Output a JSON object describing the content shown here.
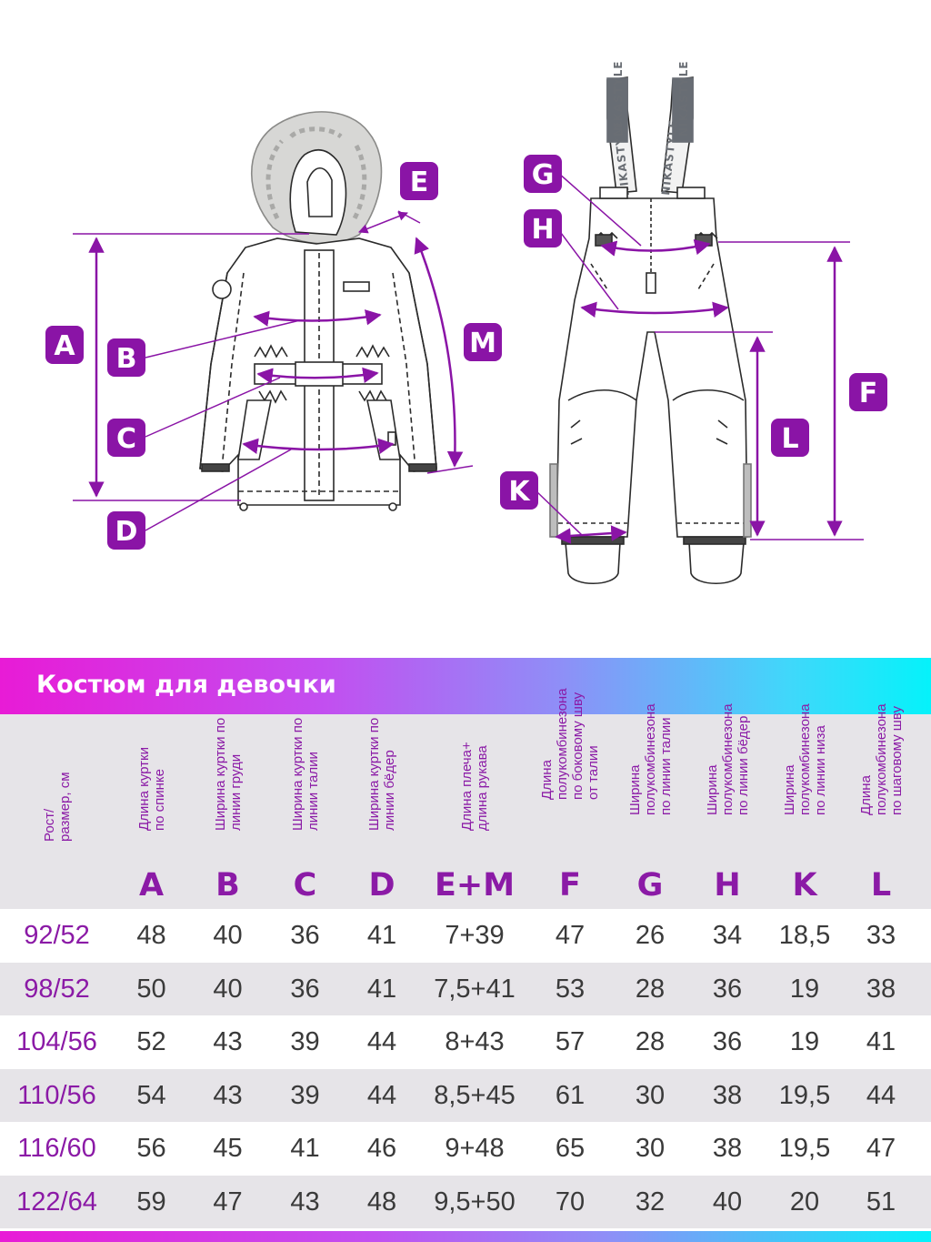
{
  "title": "Костюм для девочки",
  "strap_brand": "NIKASTYLE",
  "badges": [
    "A",
    "B",
    "C",
    "D",
    "E",
    "M",
    "G",
    "H",
    "F",
    "L",
    "K"
  ],
  "columns": [
    {
      "desc": "Рост/\nразмер, см",
      "letter": ""
    },
    {
      "desc": "Длина куртки\nпо спинке",
      "letter": "A"
    },
    {
      "desc": "Ширина куртки по\nлинии груди",
      "letter": "B"
    },
    {
      "desc": "Ширина куртки по\nлинии талии",
      "letter": "C"
    },
    {
      "desc": "Ширина куртки по\nлинии бёдер",
      "letter": "D"
    },
    {
      "desc": "Длина плеча+\nдлина рукава",
      "letter": "E+M"
    },
    {
      "desc": "Длина\nполукомбинезона\nпо боковому шву\nот талии",
      "letter": "F"
    },
    {
      "desc": "Ширина\nполукомбинезона\nпо линии талии",
      "letter": "G"
    },
    {
      "desc": "Ширина\nполукомбинезона\nпо линии бёдер",
      "letter": "H"
    },
    {
      "desc": "Ширина\nполукомбинезона\nпо линии низа",
      "letter": "K"
    },
    {
      "desc": "Длина\nполукомбинезона\nпо шаговому шву",
      "letter": "L"
    }
  ],
  "rows": [
    [
      "92/52",
      "48",
      "40",
      "36",
      "41",
      "7+39",
      "47",
      "26",
      "34",
      "18,5",
      "33"
    ],
    [
      "98/52",
      "50",
      "40",
      "36",
      "41",
      "7,5+41",
      "53",
      "28",
      "36",
      "19",
      "38"
    ],
    [
      "104/56",
      "52",
      "43",
      "39",
      "44",
      "8+43",
      "57",
      "28",
      "36",
      "19",
      "41"
    ],
    [
      "110/56",
      "54",
      "43",
      "39",
      "44",
      "8,5+45",
      "61",
      "30",
      "38",
      "19,5",
      "44"
    ],
    [
      "116/60",
      "56",
      "45",
      "41",
      "46",
      "9+48",
      "65",
      "30",
      "38",
      "19,5",
      "47"
    ],
    [
      "122/64",
      "59",
      "47",
      "43",
      "48",
      "9,5+50",
      "70",
      "32",
      "40",
      "20",
      "51"
    ]
  ],
  "colors": {
    "accent": "#8b1aa6",
    "badge": "#8a14a6",
    "row_alt": "#e6e4e8",
    "gradient_start": "#e81bd6",
    "gradient_end": "#05f2fa"
  }
}
